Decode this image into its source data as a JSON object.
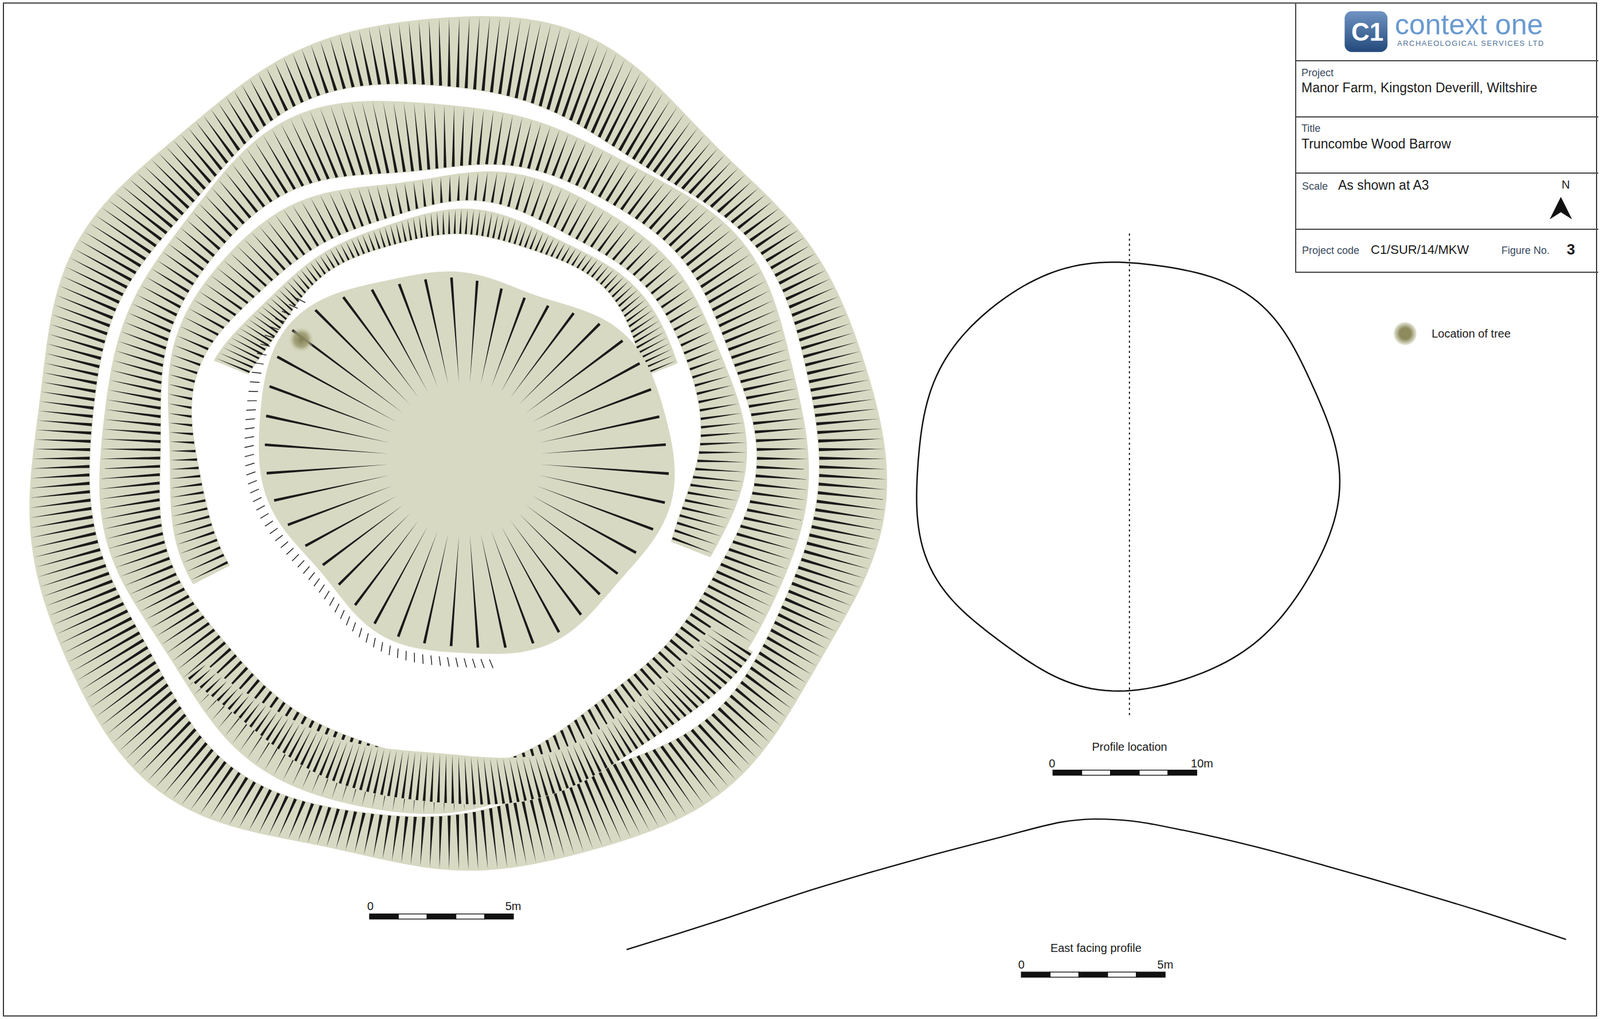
{
  "diagram": {
    "nodes": [
      {
        "text": [
          "C1",
          "context one",
          "ARCHAEOLOGICAL SERVICES LTD"
        ]
      },
      {
        "text": [
          "Project",
          "Manor Farm, Kingston Deverill, Wiltshire"
        ]
      },
      {
        "text": [
          "Title",
          "Truncombe Wood Barrow"
        ]
      },
      {
        "text": [
          "Scale",
          "As shown at A3",
          "N"
        ]
      },
      {
        "text": [
          "Project code",
          "C1/SUR/14/MKW",
          "Figure No.",
          "3"
        ]
      }
    ],
    "labels": [
      "Profile location",
      "0",
      "10m",
      "0",
      "5m",
      "East facing profile",
      "0",
      "5m"
    ],
    "legend": [
      {
        "text": "Location of tree",
        "color": "#8d8b5e"
      }
    ]
  }
}
